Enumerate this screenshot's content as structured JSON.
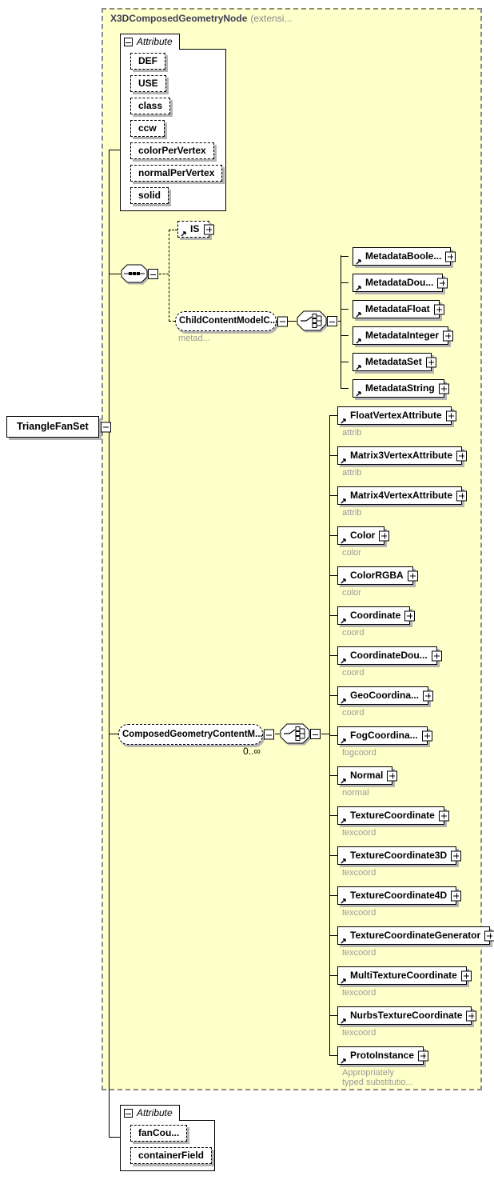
{
  "colors": {
    "group_fill": "#FFFFC9",
    "group_border": "#8C8C8C",
    "box_shadow": "#B4B4B4",
    "title_text": "#3D3D56",
    "muted_text": "#9A9A9A"
  },
  "root": {
    "label": "TriangleFanSet"
  },
  "group": {
    "title": "X3DComposedGeometryNode",
    "suffix": "(extensi..."
  },
  "top_attributes": {
    "header": "Attribute",
    "items": [
      "DEF",
      "USE",
      "class",
      "ccw",
      "colorPerVertex",
      "normalPerVertex",
      "solid"
    ]
  },
  "is_node": {
    "label": "IS"
  },
  "child_content": {
    "label": "ChildContentModelC...",
    "sublabel": "metad..."
  },
  "metadata_nodes": [
    {
      "label": "MetadataBoole..."
    },
    {
      "label": "MetadataDou..."
    },
    {
      "label": "MetadataFloat"
    },
    {
      "label": "MetadataInteger"
    },
    {
      "label": "MetadataSet"
    },
    {
      "label": "MetadataString"
    }
  ],
  "composed": {
    "label": "ComposedGeometryContentM...",
    "occurrence": "0..∞"
  },
  "content_nodes": [
    {
      "label": "FloatVertexAttribute",
      "sublabel": "attrib"
    },
    {
      "label": "Matrix3VertexAttribute",
      "sublabel": "attrib"
    },
    {
      "label": "Matrix4VertexAttribute",
      "sublabel": "attrib"
    },
    {
      "label": "Color",
      "sublabel": "color"
    },
    {
      "label": "ColorRGBA",
      "sublabel": "color"
    },
    {
      "label": "Coordinate",
      "sublabel": "coord"
    },
    {
      "label": "CoordinateDou...",
      "sublabel": "coord"
    },
    {
      "label": "GeoCoordina...",
      "sublabel": "coord"
    },
    {
      "label": "FogCoordina...",
      "sublabel": "fogcoord"
    },
    {
      "label": "Normal",
      "sublabel": "normal"
    },
    {
      "label": "TextureCoordinate",
      "sublabel": "texcoord"
    },
    {
      "label": "TextureCoordinate3D",
      "sublabel": "texcoord"
    },
    {
      "label": "TextureCoordinate4D",
      "sublabel": "texcoord"
    },
    {
      "label": "TextureCoordinateGenerator",
      "sublabel": "texcoord"
    },
    {
      "label": "MultiTextureCoordinate",
      "sublabel": "texcoord"
    },
    {
      "label": "NurbsTextureCoordinate",
      "sublabel": "texcoord"
    },
    {
      "label": "ProtoInstance",
      "sublabel": "Appropriately\ntyped substitutio..."
    }
  ],
  "bottom_attributes": {
    "header": "Attribute",
    "items": [
      "fanCou...",
      "containerField"
    ]
  }
}
